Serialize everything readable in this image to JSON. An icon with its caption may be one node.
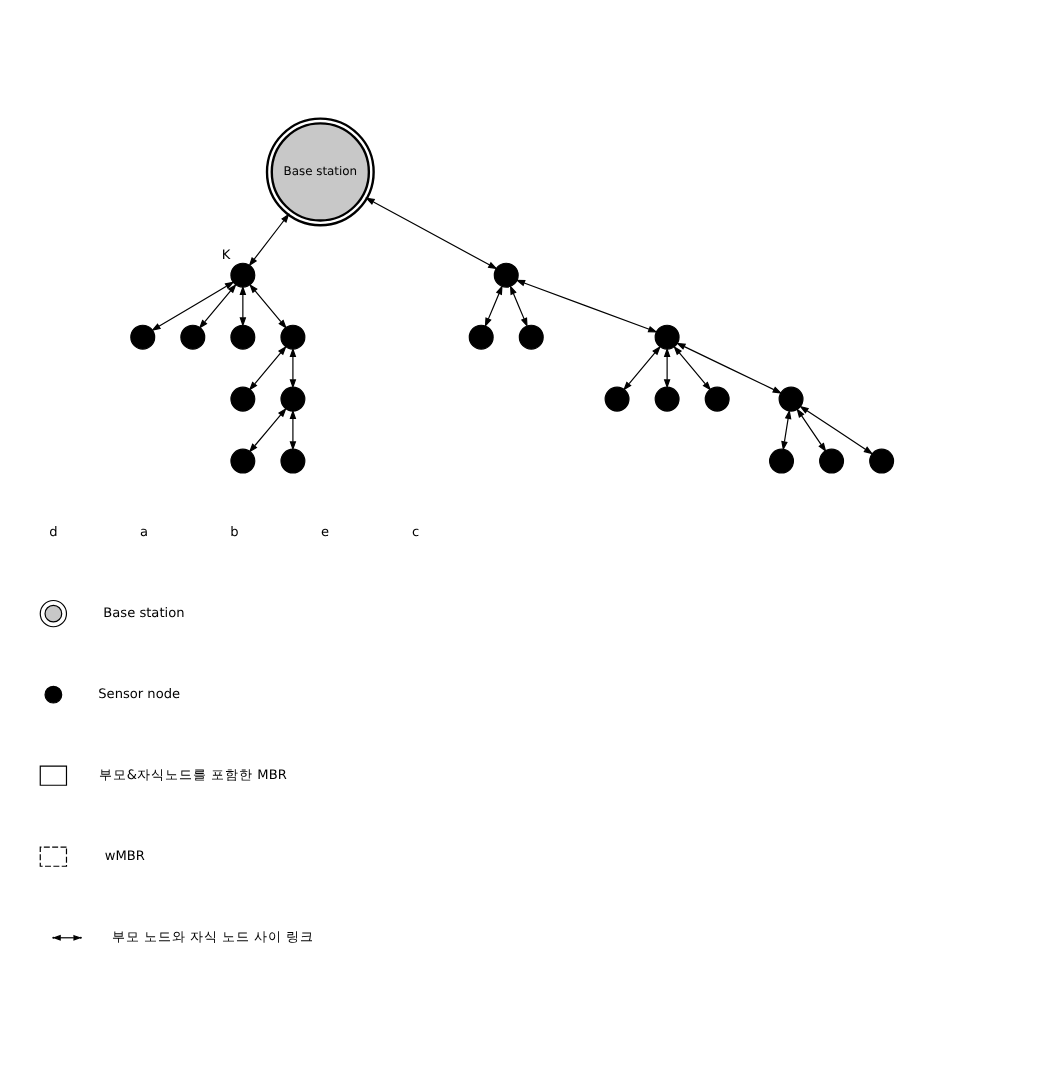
{
  "diagram": {
    "nodes": [
      {
        "text": [
          "Base station"
        ]
      },
      {
        "text": [],
        "shape": "circle",
        "beside": [
          "K"
        ]
      },
      {
        "text": [],
        "shape": "circle"
      },
      {
        "text": [],
        "shape": "circle"
      },
      {
        "text": [],
        "shape": "circle"
      },
      {
        "text": [],
        "shape": "circle"
      },
      {
        "text": [],
        "shape": "circle"
      },
      {
        "text": [],
        "shape": "circle"
      },
      {
        "text": [],
        "shape": "circle"
      },
      {
        "text": [],
        "shape": "circle"
      },
      {
        "text": [],
        "shape": "circle"
      },
      {
        "text": [],
        "shape": "circle"
      },
      {
        "text": [],
        "shape": "circle"
      },
      {
        "text": [],
        "shape": "circle"
      },
      {
        "text": [],
        "shape": "circle"
      },
      {
        "text": [],
        "shape": "circle"
      },
      {
        "text": [],
        "shape": "circle"
      },
      {
        "text": [],
        "shape": "circle"
      },
      {
        "text": [],
        "shape": "circle"
      },
      {
        "text": [],
        "shape": "circle"
      },
      {
        "text": [],
        "shape": "circle"
      }
    ],
    "edges": [
      {
        "from": 0,
        "to": 1,
        "arrow": "both"
      },
      {
        "from": 0,
        "to": 10,
        "arrow": "both"
      },
      {
        "from": 1,
        "to": 2,
        "arrow": "both"
      },
      {
        "from": 1,
        "to": 3,
        "arrow": "both"
      },
      {
        "from": 1,
        "to": 4,
        "arrow": "both"
      },
      {
        "from": 1,
        "to": 5,
        "arrow": "both"
      },
      {
        "from": 5,
        "to": 6,
        "arrow": "both"
      },
      {
        "from": 5,
        "to": 7,
        "arrow": "both"
      },
      {
        "from": 7,
        "to": 8,
        "arrow": "both"
      },
      {
        "from": 7,
        "to": 9,
        "arrow": "both"
      },
      {
        "from": 10,
        "to": 11,
        "arrow": "both"
      },
      {
        "from": 10,
        "to": 12,
        "arrow": "both"
      },
      {
        "from": 10,
        "to": 13,
        "arrow": "both"
      },
      {
        "from": 13,
        "to": 14,
        "arrow": "both"
      },
      {
        "from": 13,
        "to": 15,
        "arrow": "both"
      },
      {
        "from": 13,
        "to": 16,
        "arrow": "both"
      },
      {
        "from": 13,
        "to": 17,
        "arrow": "both"
      },
      {
        "from": 17,
        "to": 18,
        "arrow": "both"
      },
      {
        "from": 17,
        "to": 19,
        "arrow": "both"
      },
      {
        "from": 17,
        "to": 20,
        "arrow": "both"
      }
    ],
    "labels": [
      "d",
      "a",
      "b",
      "e",
      "c"
    ],
    "legend": [
      {
        "text": "Base station"
      },
      {
        "text": "Sensor node"
      },
      {
        "text": "부모&자식노드를 포함한 MBR"
      },
      {
        "text": "wMBR"
      },
      {
        "text": "부모 노드와 자식 노드 사이 링크"
      }
    ]
  }
}
